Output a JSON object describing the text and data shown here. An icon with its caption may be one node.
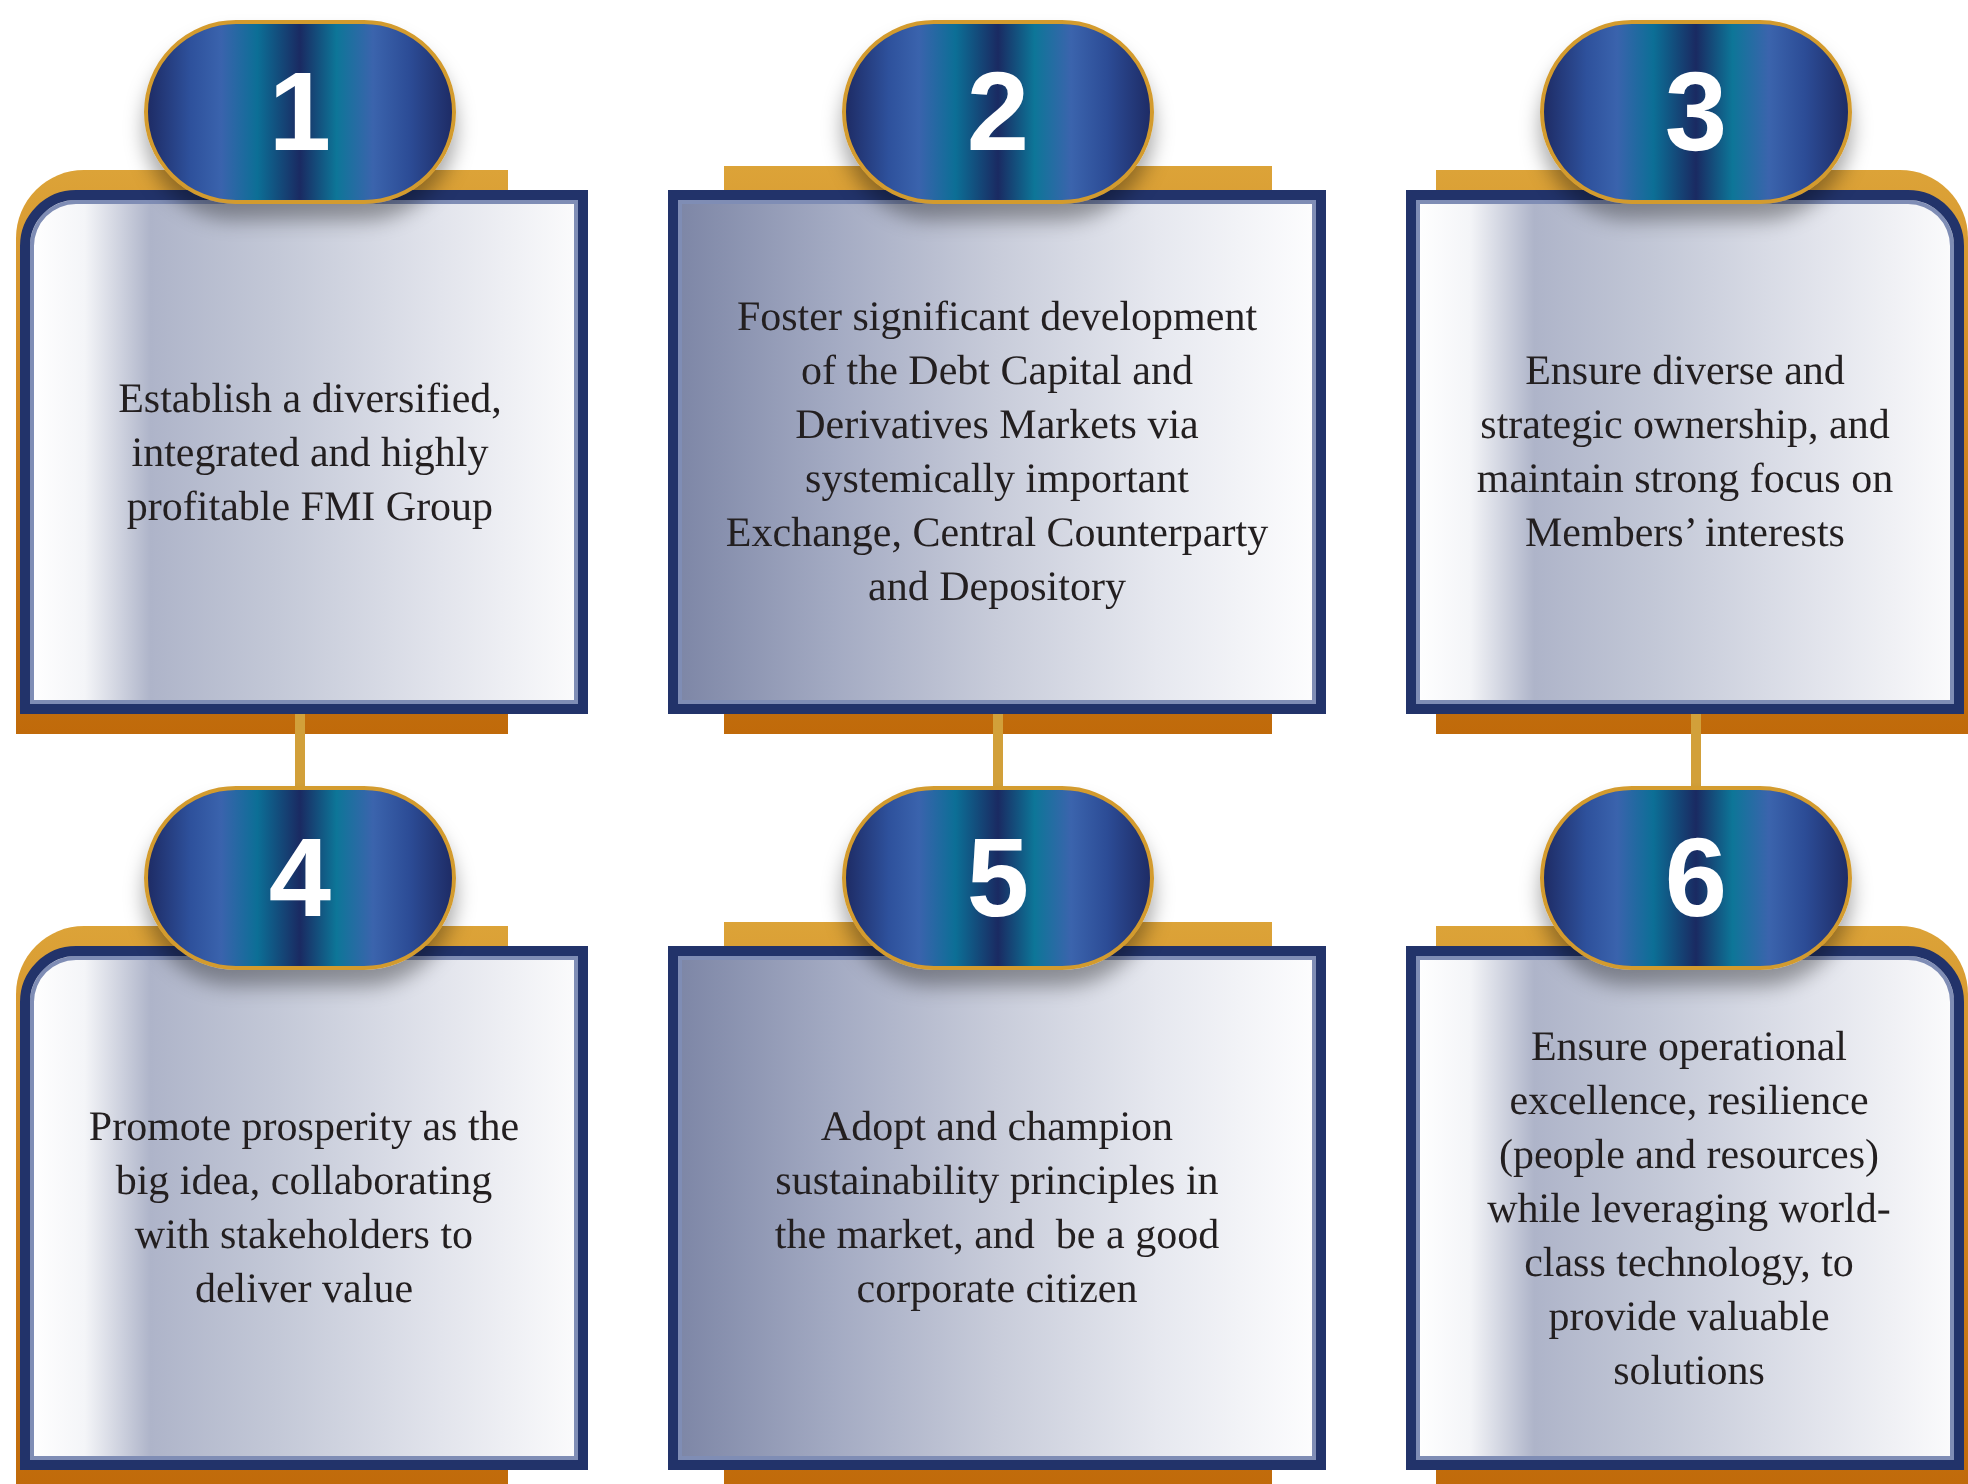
{
  "diagram": {
    "nodes": [
      {
        "text": [
          "1"
        ]
      },
      {
        "text": [
          "Establish a diversified, integrated and highly profitable FMI Group"
        ]
      },
      {
        "text": [
          "2"
        ]
      },
      {
        "text": [
          "Foster significant development of the Debt Capital and Derivatives Markets via systemically important Exchange, Central Counterparty and Depository"
        ]
      },
      {
        "text": [
          "3"
        ]
      },
      {
        "text": [
          "Ensure diverse and strategic ownership, and maintain strong focus on Members’ interests"
        ]
      },
      {
        "text": [
          "4"
        ]
      },
      {
        "text": [
          "Promote prosperity as the big idea, collaborating with stakeholders to deliver value"
        ]
      },
      {
        "text": [
          "5"
        ]
      },
      {
        "text": [
          "Adopt and champion sustainability principles in the market, and  be a good corporate citizen"
        ]
      },
      {
        "text": [
          "6"
        ]
      },
      {
        "text": [
          "Ensure operational excellence, resilience (people and resources) while leveraging world-class technology, to provide valuable solutions"
        ]
      }
    ],
    "edges": [
      {
        "from": 1,
        "to": 6,
        "arrow": "none"
      },
      {
        "from": 3,
        "to": 8,
        "arrow": "none"
      },
      {
        "from": 5,
        "to": 10,
        "arrow": "none"
      }
    ]
  }
}
